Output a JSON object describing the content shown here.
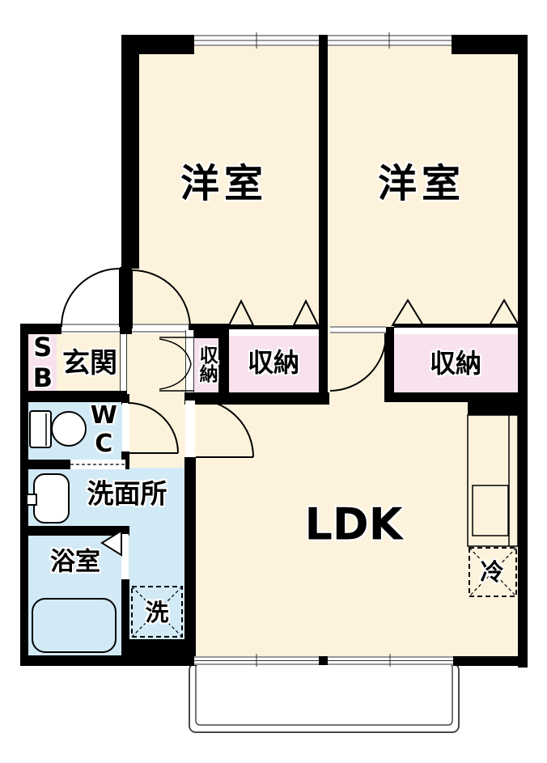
{
  "colors": {
    "floor": "#fdf3dd",
    "storage": "#f8e2ee",
    "wet": "#d2eaf6",
    "wall": "#000000",
    "balcony_line": "#4a4a4a"
  },
  "labels": {
    "bedroom_left": "洋室",
    "bedroom_right": "洋室",
    "ldk": "LDK",
    "entrance": "玄関",
    "shoe_box": "SB",
    "closet_small": "収納",
    "closet_left": "収納",
    "closet_right": "収納",
    "toilet": "WC",
    "washroom": "洗面所",
    "bathroom": "浴室",
    "washer": "洗",
    "fridge": "冷"
  }
}
